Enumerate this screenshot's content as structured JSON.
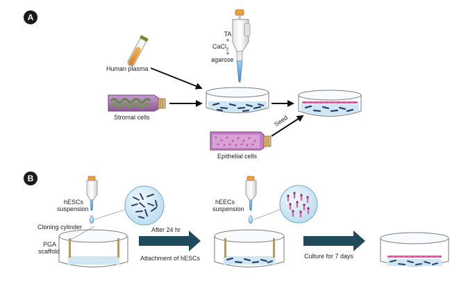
{
  "panels": {
    "a": {
      "badge": "A",
      "labels": {
        "human_plasma": "Human plasma",
        "stromal_cells": "Stromal cells",
        "epithelial_cells": "Epithelial cells",
        "seed": "Seed",
        "ta": "TA",
        "plus1": "+",
        "cacl2": "CaCl",
        "cacl2_sub": "2",
        "plus2": "+",
        "agarose": "agarose"
      }
    },
    "b": {
      "badge": "B",
      "labels": {
        "hescs": "hESCs",
        "hescs_suspension": "suspension",
        "cloning_cylinder": "Cloning cylinder",
        "pga": "PGA",
        "scaffold": "scaffold",
        "after_24hr": "After 24 hr",
        "attachment": "Attachment of hESCs",
        "heecs": "hEECs",
        "heecs_suspension": "suspension",
        "culture": "Culture for 7 days"
      }
    }
  },
  "colors": {
    "dish_stroke": "#7a7a7a",
    "medium": "#cfe6f3",
    "cell_dark": "#2e3f6e",
    "arrow_dark": "#1e4a5c",
    "plasma_orange": "#e89a3a",
    "flask_purple": "#a56bb0",
    "stromal_green": "#5f8a3a",
    "epithelial_pink": "#d46aa0",
    "cylinder_gold": "#c9963a",
    "pipette_tip": "#4a90c8"
  },
  "icons": [
    "test-tube-icon",
    "culture-flask-icon",
    "pipette-icon",
    "petri-dish-icon",
    "cell-magnifier-icon"
  ]
}
